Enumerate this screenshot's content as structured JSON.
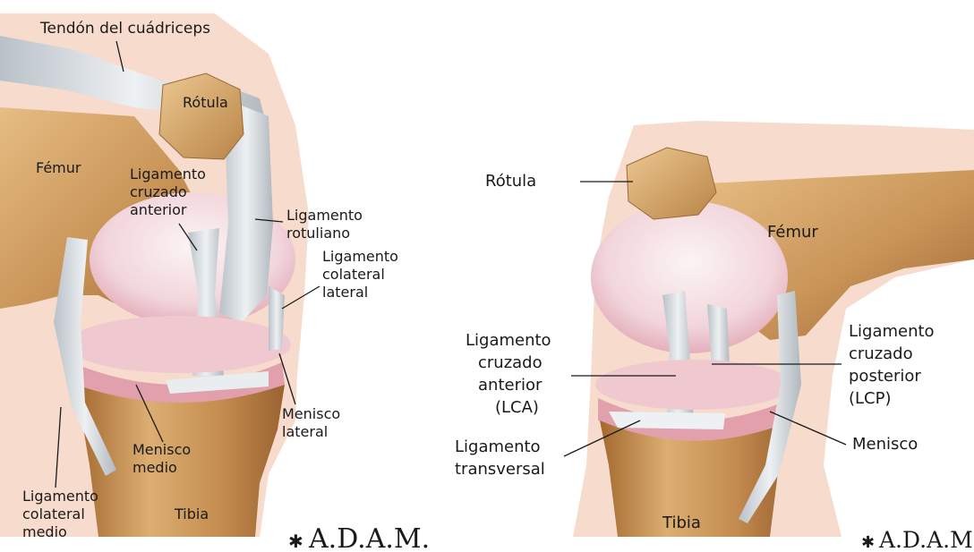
{
  "left_panel": {
    "labels": {
      "quadriceps_tendon": "Tendón del cuádriceps",
      "patella": "Rótula",
      "femur": "Fémur",
      "acl": [
        "Ligamento",
        "cruzado",
        "anterior"
      ],
      "patellar_ligament": [
        "Ligamento",
        "rotuliano"
      ],
      "lateral_collateral": [
        "Ligamento",
        "colateral",
        "lateral"
      ],
      "lateral_meniscus": [
        "Menisco",
        "lateral"
      ],
      "medial_meniscus": [
        "Menisco",
        "medio"
      ],
      "medial_collateral": [
        "Ligamento",
        "colateral",
        "medio"
      ],
      "tibia": "Tibia"
    },
    "logo": "A.D.A.M."
  },
  "right_panel": {
    "labels": {
      "patella": "Rótula",
      "femur": "Fémur",
      "acl": [
        "Ligamento",
        "cruzado",
        "anterior",
        "(LCA)"
      ],
      "pcl": [
        "Ligamento",
        "cruzado",
        "posterior",
        "(LCP)"
      ],
      "transverse": [
        "Ligamento",
        "transversal"
      ],
      "meniscus": "Menisco",
      "tibia": "Tibia"
    },
    "logo": "A.D.A.M."
  },
  "colors": {
    "skin": "#f6d7c6",
    "bone": "#d9a867",
    "bone_dark": "#a87035",
    "cartilage": "#f3d3dc",
    "meniscus": "#e7a7b1",
    "ligament": "#d7dde2",
    "ligament_dark": "#9aa3aa"
  }
}
